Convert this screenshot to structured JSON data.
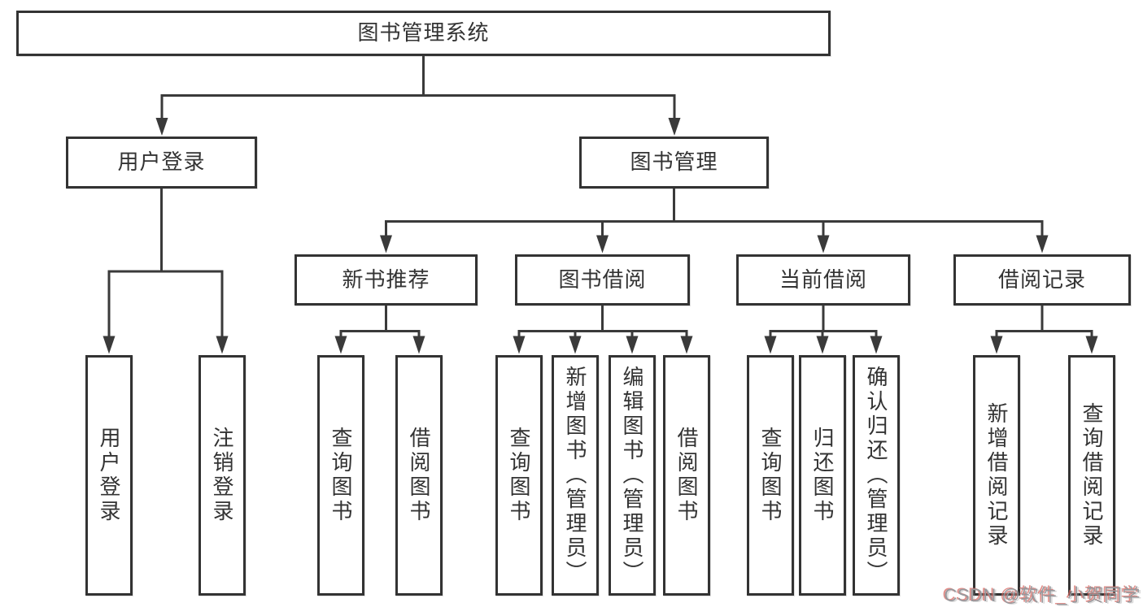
{
  "diagram": {
    "root": "图书管理系统",
    "level2": [
      "用户登录",
      "图书管理"
    ],
    "level3": [
      "新书推荐",
      "图书借阅",
      "当前借阅",
      "借阅记录"
    ],
    "leaves": {
      "user": [
        "用户登录",
        "注销登录"
      ],
      "recommend": [
        "查询图书",
        "借阅图书"
      ],
      "borrow": [
        "查询图书",
        "新增图书（管理员）",
        "编辑图书（管理员）",
        "借阅图书"
      ],
      "current": [
        "查询图书",
        "归还图书",
        "确认归还（管理员）"
      ],
      "records": [
        "新增借阅记录",
        "查询借阅记录"
      ]
    }
  },
  "watermark": {
    "text": "CSDN @软件_小贺同学"
  },
  "colors": {
    "line": "#3a3a3a",
    "box_border": "#333333",
    "text": "#333333",
    "background": "#ffffff",
    "watermark_gray": "#98989c",
    "watermark_red": "#d86861"
  }
}
